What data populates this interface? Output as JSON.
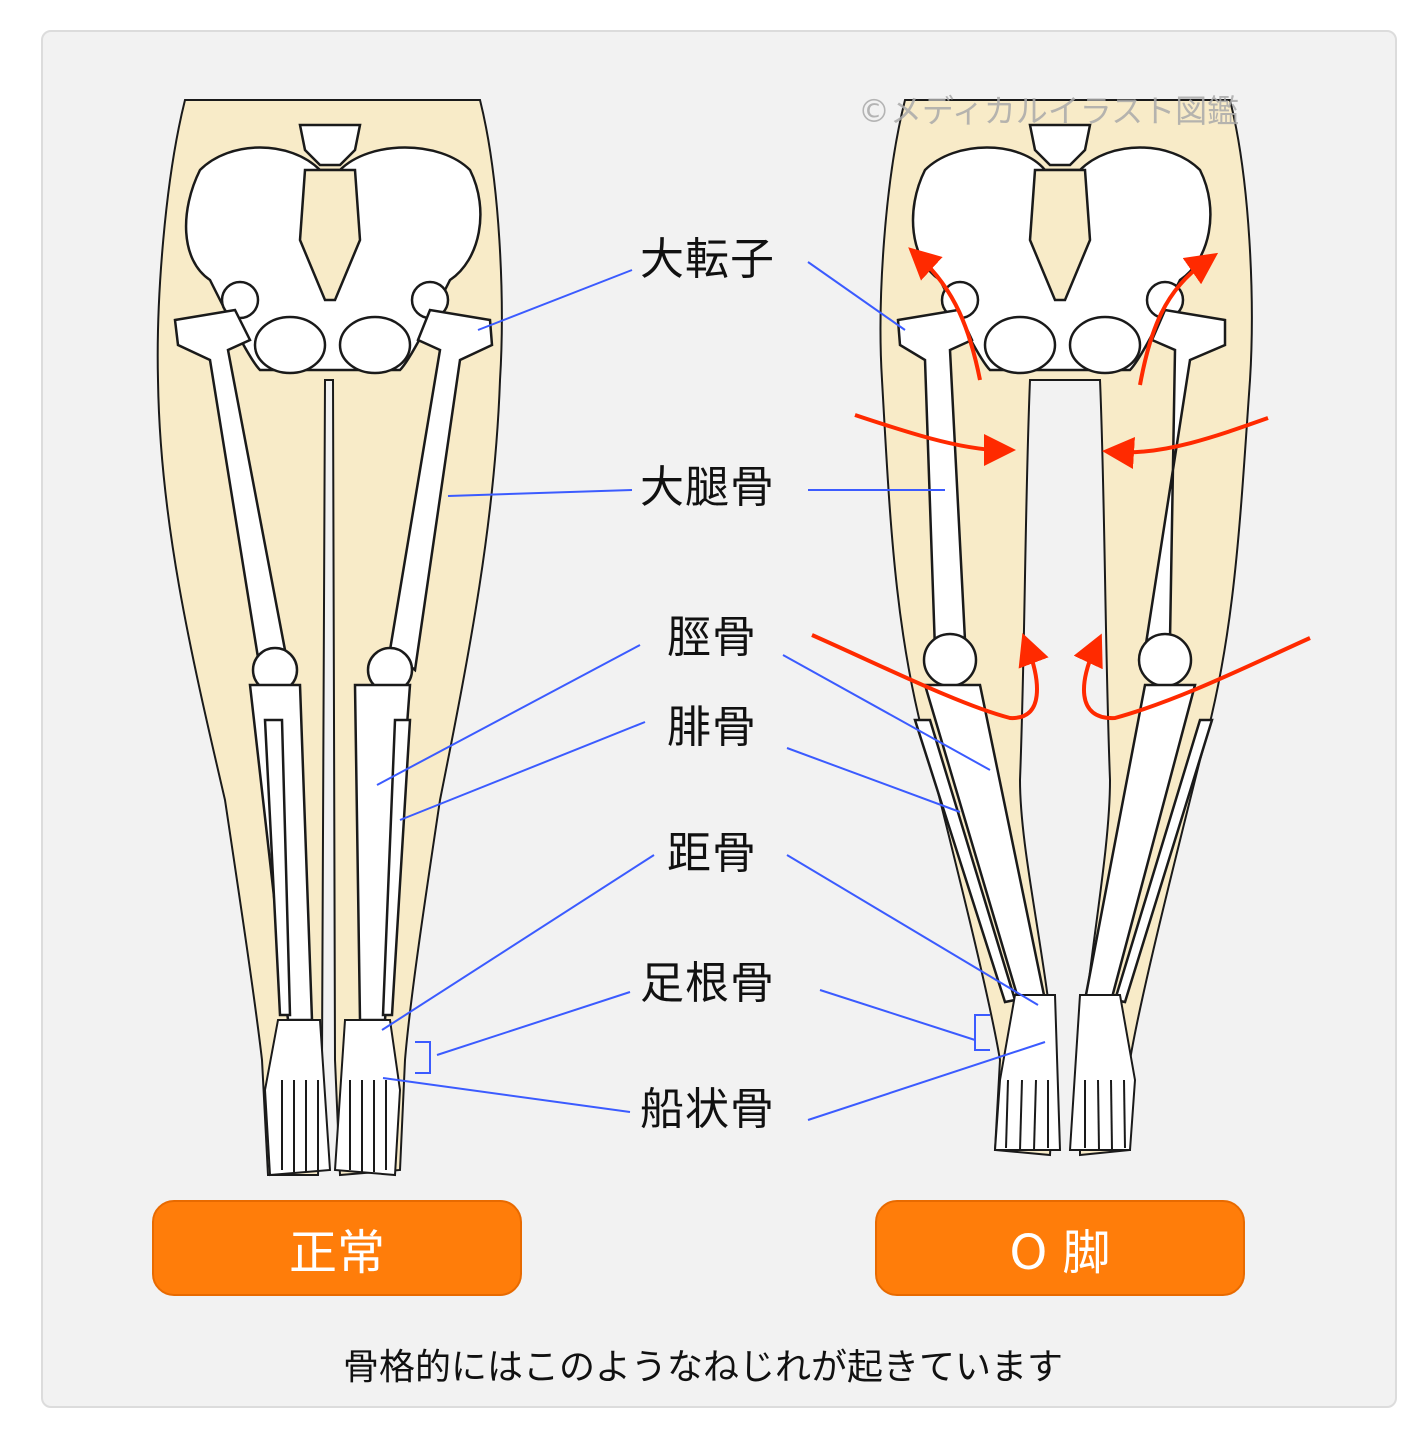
{
  "watermark": "©メディカルイラスト図鑑",
  "labels": {
    "greater_trochanter": "大転子",
    "femur": "大腿骨",
    "tibia": "脛骨",
    "fibula": "腓骨",
    "talus": "距骨",
    "tarsals": "足根骨",
    "navicular": "船状骨"
  },
  "panels": {
    "normal": "正常",
    "bowleg": "O 脚"
  },
  "caption": "骨格的にはこのようなねじれが起きています",
  "colors": {
    "skin": "#f8ebc8",
    "bone": "#ffffff",
    "outline": "#1a1a1a",
    "leader": "#3b5bff",
    "arrow": "#ff2a00",
    "pill": "#ff7d0a",
    "background": "#f2f2f2"
  }
}
